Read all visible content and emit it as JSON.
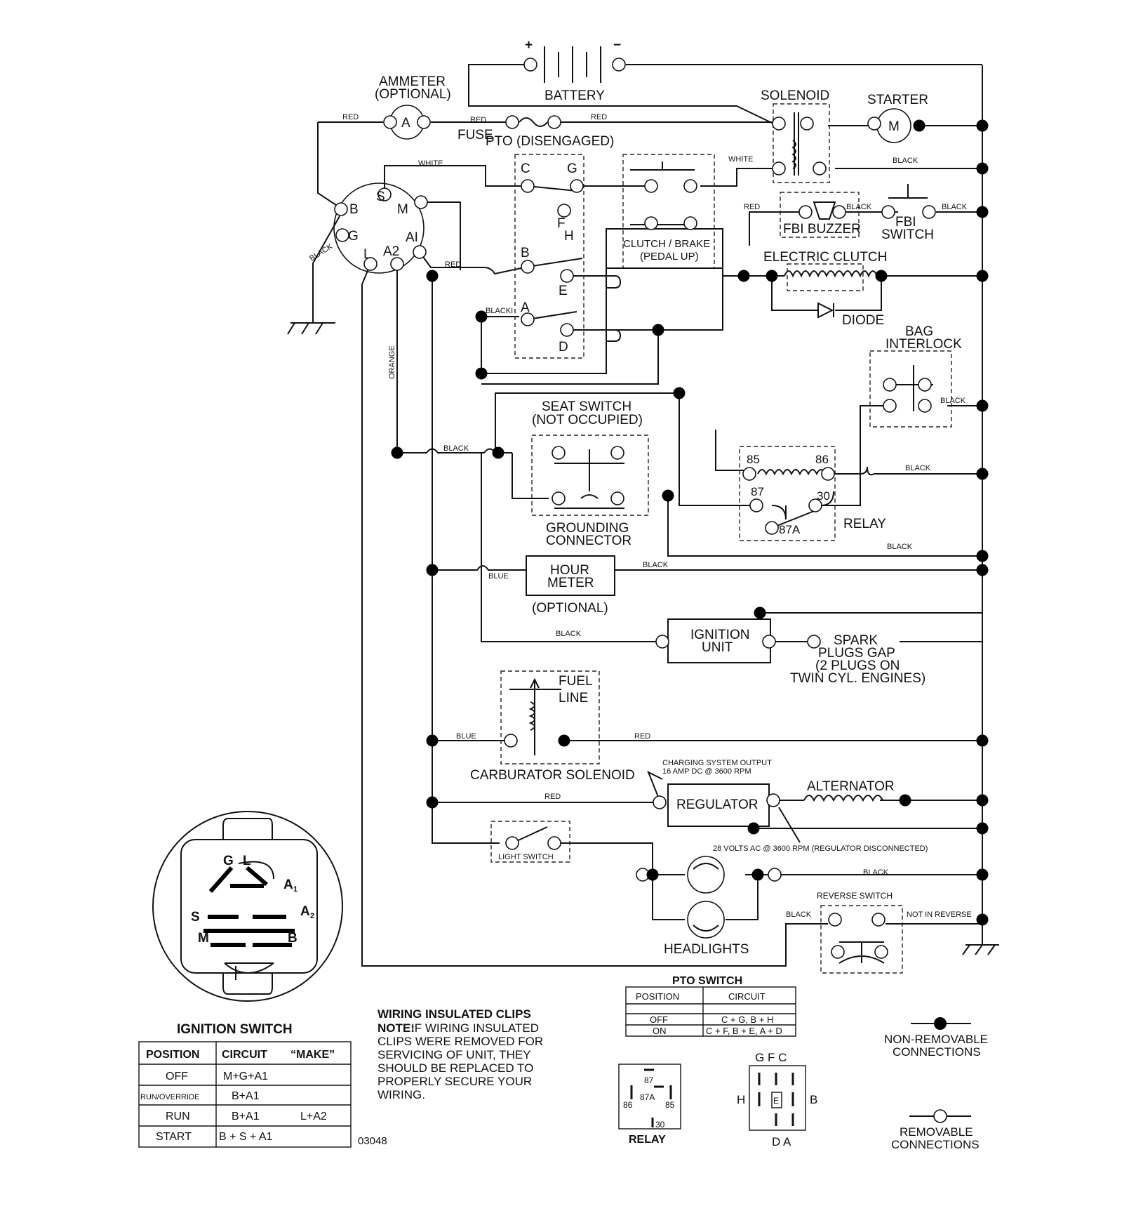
{
  "components": {
    "battery": "BATTERY",
    "battery_plus": "+",
    "battery_minus": "−",
    "ammeter": "AMMETER",
    "ammeter_optional": "(OPTIONAL)",
    "ammeter_symbol": "A",
    "fuse": "FUSE",
    "pto_disengaged": "PTO (DISENGAGED)",
    "solenoid": "SOLENOID",
    "starter": "STARTER",
    "starter_symbol": "M",
    "fbi_buzzer": "FBI BUZZER",
    "fbi_switch_1": "FBI",
    "fbi_switch_2": "SWITCH",
    "clutch_brake_1": "CLUTCH / BRAKE",
    "clutch_brake_2": "(PEDAL UP)",
    "electric_clutch": "ELECTRIC CLUTCH",
    "diode": "DIODE",
    "bag_interlock_1": "BAG",
    "bag_interlock_2": "INTERLOCK",
    "seat_switch_1": "SEAT SWITCH",
    "seat_switch_2": "(NOT OCCUPIED)",
    "grounding_1": "GROUNDING",
    "grounding_2": "CONNECTOR",
    "relay": "RELAY",
    "hour_meter_1": "HOUR",
    "hour_meter_2": "METER",
    "hour_meter_optional": "(OPTIONAL)",
    "ignition_unit_1": "IGNITION",
    "ignition_unit_2": "UNIT",
    "spark_1": "SPARK",
    "spark_2": "PLUGS GAP",
    "spark_3": "(2 PLUGS ON",
    "spark_4": "TWIN CYL. ENGINES)",
    "fuel_line_1": "FUEL",
    "fuel_line_2": "LINE",
    "carb_solenoid": "CARBURATOR SOLENOID",
    "charging_1": "CHARGING SYSTEM OUTPUT",
    "charging_2": "16 AMP DC @ 3600 RPM",
    "regulator": "REGULATOR",
    "alternator": "ALTERNATOR",
    "ac_note": "28 VOLTS AC @ 3600 RPM (REGULATOR DISCONNECTED)",
    "light_switch": "LIGHT SWITCH",
    "headlights": "HEADLIGHTS",
    "reverse_switch": "REVERSE SWITCH",
    "not_in_reverse": "NOT IN REVERSE"
  },
  "terminals": {
    "ign_S": "S",
    "ign_B": "B",
    "ign_M": "M",
    "ign_G": "G",
    "ign_L": "L",
    "ign_A2": "A2",
    "ign_A1": "AI",
    "pto_C": "C",
    "pto_G": "G",
    "pto_F": "F",
    "pto_H": "H",
    "pto_B": "B",
    "pto_E": "E",
    "pto_A": "A",
    "pto_D": "D",
    "relay_85": "85",
    "relay_86": "86",
    "relay_87": "87",
    "relay_30": "30",
    "relay_87A": "87A"
  },
  "wires": {
    "red": "RED",
    "white": "WHITE",
    "black": "BLACK",
    "blacki": "BLACKI",
    "orange": "ORANGE",
    "blue": "BLUE"
  },
  "ignition_switch_icon": {
    "G": "G",
    "L": "L",
    "A1": "A",
    "A1_sub": "1",
    "S": "S",
    "A2": "A",
    "A2_sub": "2",
    "M": "M",
    "B": "B"
  },
  "ignition_table": {
    "title": "IGNITION SWITCH",
    "headers": [
      "POSITION",
      "CIRCUIT",
      "“MAKE”"
    ],
    "rows": [
      [
        "OFF",
        "M+G+A1",
        ""
      ],
      [
        "RUN/OVERRIDE",
        "B+A1",
        ""
      ],
      [
        "RUN",
        "B+A1",
        "L+A2"
      ],
      [
        "START",
        "B + S + A1",
        ""
      ]
    ],
    "code": "03048"
  },
  "clips_note": {
    "title": "WIRING INSULATED CLIPS",
    "note_label": "NOTE:",
    "lines": [
      " IF WIRING INSULATED",
      "CLIPS WERE REMOVED FOR",
      "SERVICING OF UNIT, THEY",
      "SHOULD BE REPLACED TO",
      "PROPERLY SECURE YOUR",
      " WIRING."
    ]
  },
  "pto_table": {
    "title": "PTO SWITCH",
    "headers": [
      "POSITION",
      "CIRCUIT"
    ],
    "rows": [
      [
        "OFF",
        "C + G, B + H"
      ],
      [
        "ON",
        "C + F, B + E, A + D"
      ]
    ]
  },
  "relay_diagram": {
    "label": "RELAY",
    "pins": [
      "87",
      "87A",
      "86",
      "85",
      "30"
    ]
  },
  "pto_connector": {
    "top": "G  F  C",
    "left": "H",
    "center": "E",
    "right": "B",
    "bottom": "D  A"
  },
  "legend": {
    "non_removable_1": "NON-REMOVABLE",
    "non_removable_2": "CONNECTIONS",
    "removable_1": "REMOVABLE",
    "removable_2": "CONNECTIONS"
  }
}
